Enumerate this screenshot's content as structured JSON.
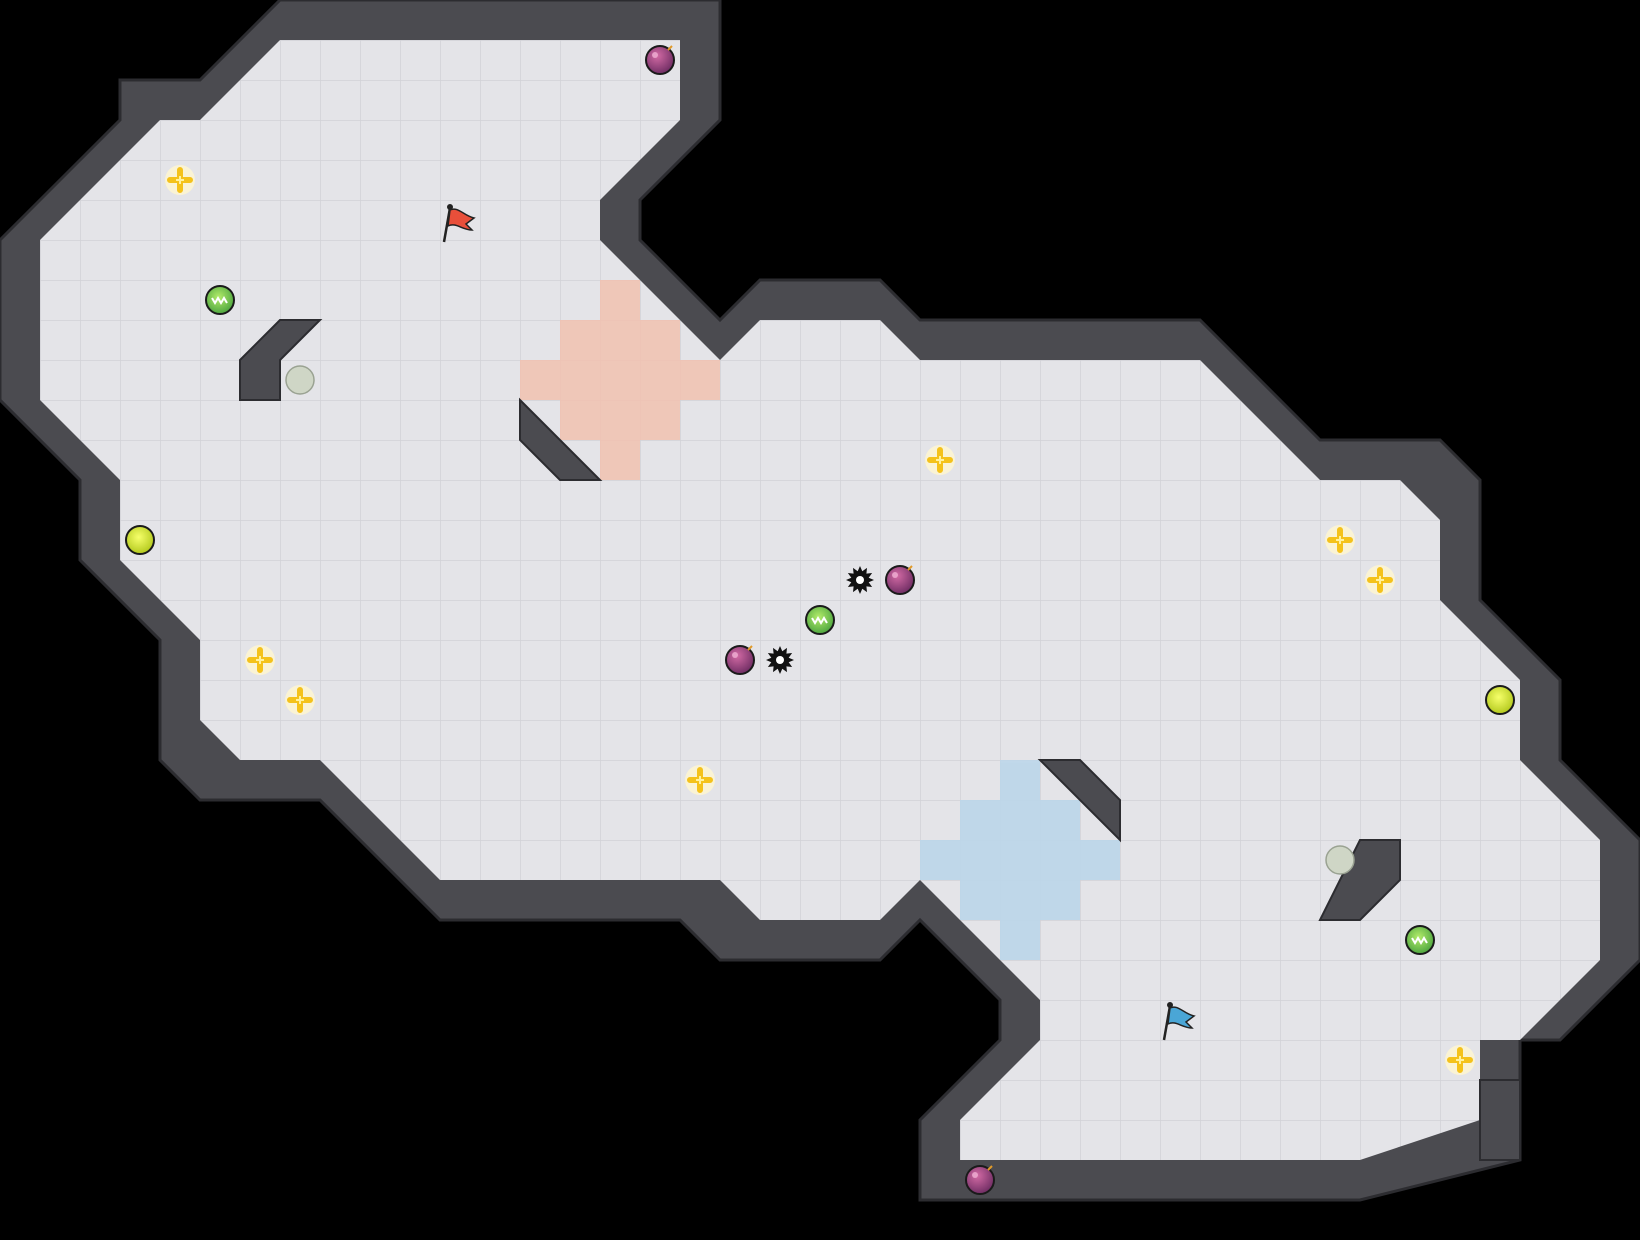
{
  "map": {
    "tile_color": "#e4e4e8",
    "tile_grout": "#d3d3d8",
    "wall_color": "#4b4b50",
    "wall_edge": "#2e2e32",
    "background": "#000000"
  },
  "zones": [
    {
      "team": "red",
      "color": "#f2c2b0"
    },
    {
      "team": "blue",
      "color": "#bcd6ea"
    }
  ],
  "flags": [
    {
      "team": "red",
      "color": "#e84f3a",
      "icon": "red-flag-icon"
    },
    {
      "team": "blue",
      "color": "#4aa6d6",
      "icon": "blue-flag-icon"
    }
  ],
  "pickups": {
    "boost": {
      "icon": "boost-icon",
      "color": "#f4c21c"
    },
    "bomb": {
      "icon": "bomb-icon",
      "color": "#9c3e82"
    },
    "powerup": {
      "icon": "powerup-icon",
      "color": "#58c243"
    },
    "button": {
      "icon": "button-icon",
      "color": "#d7ec1f"
    },
    "gate": {
      "icon": "gate-icon",
      "color": "#cfd6c6"
    },
    "spike": {
      "icon": "spike-icon",
      "color": "#111111"
    }
  }
}
